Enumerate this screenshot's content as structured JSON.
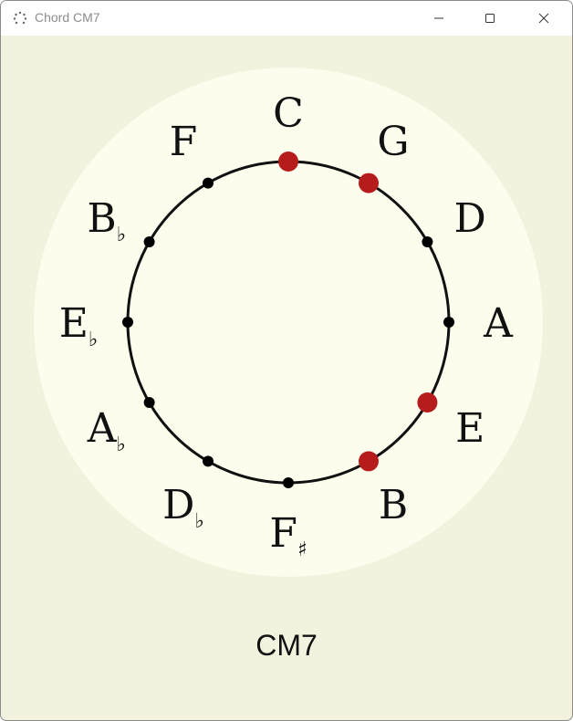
{
  "window": {
    "title": "Chord CM7",
    "controls": {
      "minimize": "minimize-icon",
      "maximize": "maximize-icon",
      "close": "close-icon"
    }
  },
  "chord": {
    "name": "CM7",
    "highlighted_notes": [
      "C",
      "G",
      "E",
      "B"
    ]
  },
  "circle_of_fifths": {
    "notes": [
      {
        "letter": "C",
        "accidental": ""
      },
      {
        "letter": "G",
        "accidental": ""
      },
      {
        "letter": "D",
        "accidental": ""
      },
      {
        "letter": "A",
        "accidental": ""
      },
      {
        "letter": "E",
        "accidental": ""
      },
      {
        "letter": "B",
        "accidental": ""
      },
      {
        "letter": "F",
        "accidental": "♯"
      },
      {
        "letter": "D",
        "accidental": "♭"
      },
      {
        "letter": "A",
        "accidental": "♭"
      },
      {
        "letter": "E",
        "accidental": "♭"
      },
      {
        "letter": "B",
        "accidental": "♭"
      },
      {
        "letter": "F",
        "accidental": ""
      }
    ],
    "active": [
      true,
      true,
      false,
      false,
      true,
      true,
      false,
      false,
      false,
      false,
      false,
      false
    ]
  },
  "colors": {
    "background": "#f3f2de",
    "disc": "#fdfdee",
    "ring": "#111111",
    "inactive_dot": "#000000",
    "active_dot": "#b71c1c"
  }
}
